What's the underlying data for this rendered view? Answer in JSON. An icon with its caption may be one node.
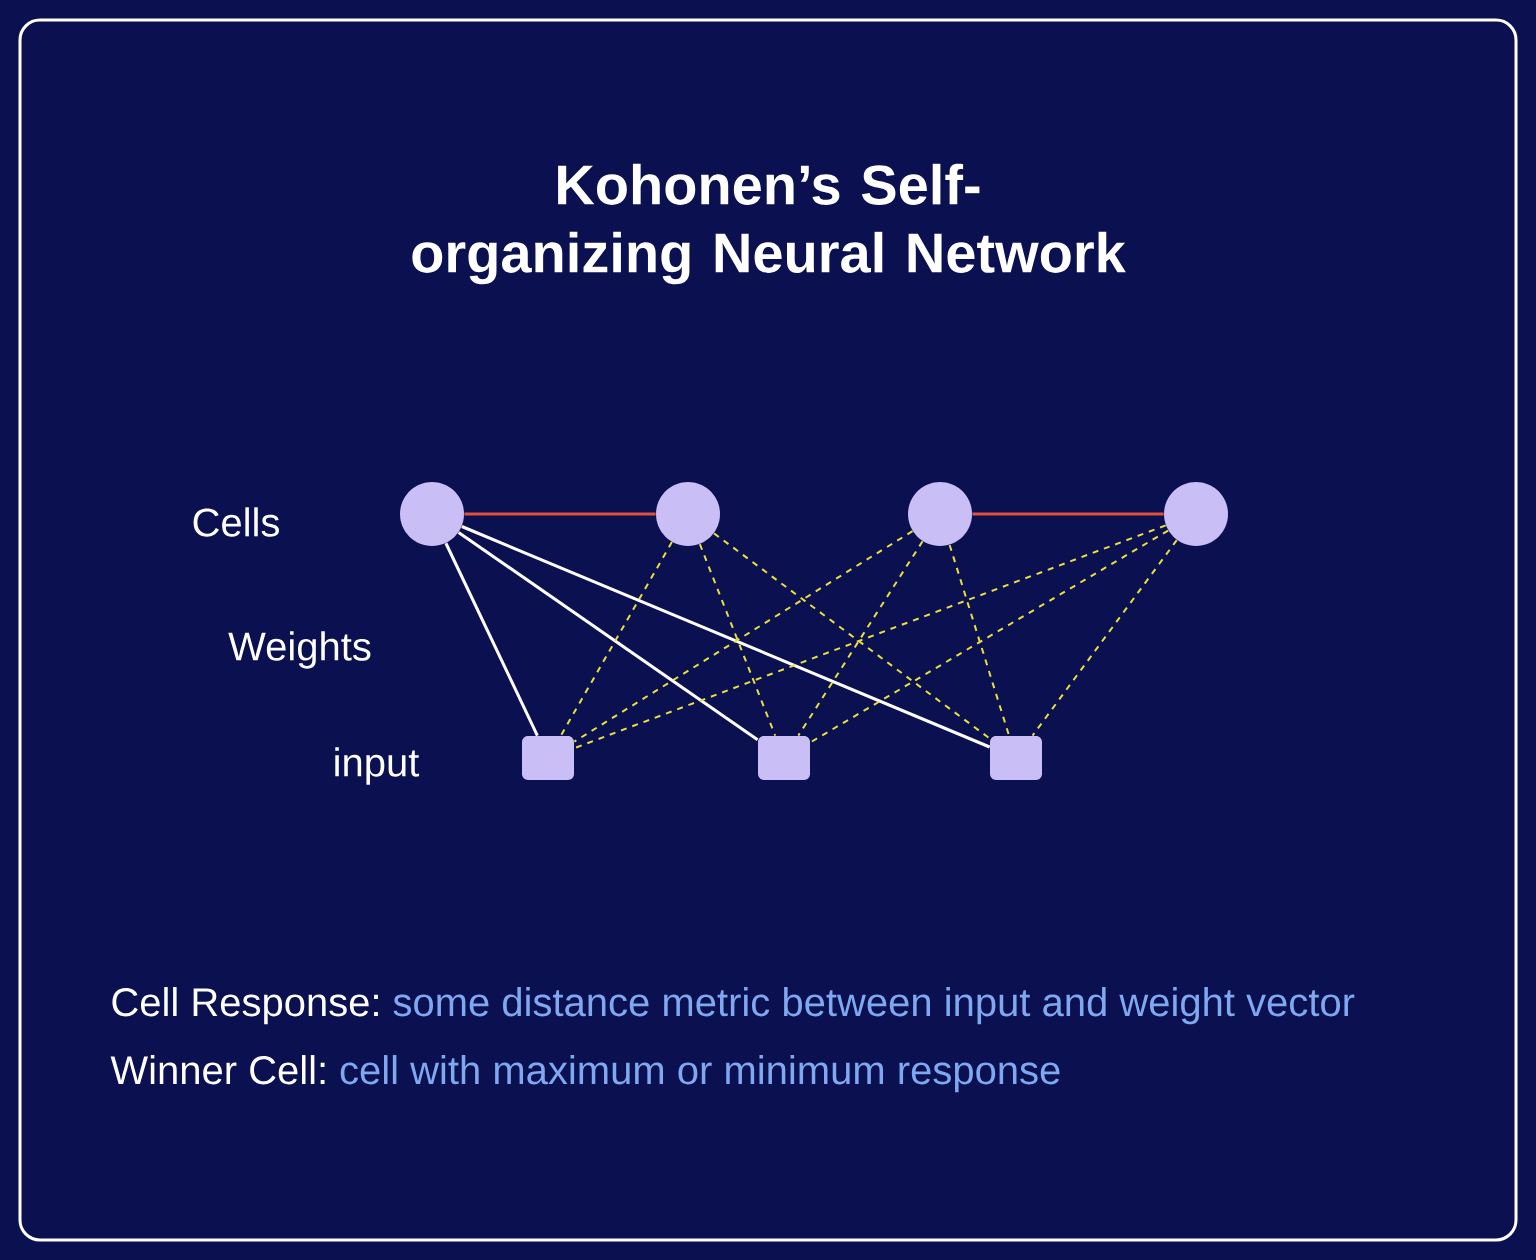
{
  "diagram": {
    "title": "Kohonen’s Self-organizing Neural Network",
    "nodes": [
      {
        "text": [],
        "shape": "circle"
      },
      {
        "text": [],
        "shape": "circle"
      },
      {
        "text": [],
        "shape": "circle"
      },
      {
        "text": [],
        "shape": "circle"
      },
      {
        "text": [],
        "shape": "box"
      },
      {
        "text": [],
        "shape": "box"
      },
      {
        "text": [],
        "shape": "box"
      }
    ],
    "edges": [
      {
        "from": 0,
        "to": 1,
        "arrow": "none",
        "color": "#e0503a"
      },
      {
        "from": 2,
        "to": 3,
        "arrow": "none",
        "color": "#e0503a"
      },
      {
        "from": 0,
        "to": 4,
        "arrow": "none",
        "color": "#ffffff"
      },
      {
        "from": 0,
        "to": 5,
        "arrow": "none",
        "color": "#ffffff"
      },
      {
        "from": 0,
        "to": 6,
        "arrow": "none",
        "color": "#ffffff"
      },
      {
        "from": 1,
        "to": 4,
        "arrow": "none",
        "style": "dashed"
      },
      {
        "from": 1,
        "to": 5,
        "arrow": "none",
        "style": "dashed"
      },
      {
        "from": 1,
        "to": 6,
        "arrow": "none",
        "style": "dashed"
      },
      {
        "from": 2,
        "to": 4,
        "arrow": "none",
        "style": "dashed"
      },
      {
        "from": 2,
        "to": 5,
        "arrow": "none",
        "style": "dashed"
      },
      {
        "from": 2,
        "to": 6,
        "arrow": "none",
        "style": "dashed"
      },
      {
        "from": 3,
        "to": 4,
        "arrow": "none",
        "style": "dashed"
      },
      {
        "from": 3,
        "to": 5,
        "arrow": "none",
        "style": "dashed"
      },
      {
        "from": 3,
        "to": 6,
        "arrow": "none",
        "style": "dashed"
      }
    ],
    "labels": [
      "Cells",
      "Weights",
      "input",
      "Cell Response:",
      "some distance metric between input and weight vector",
      "Winner Cell:",
      "cell with maximum or minimum response"
    ]
  }
}
